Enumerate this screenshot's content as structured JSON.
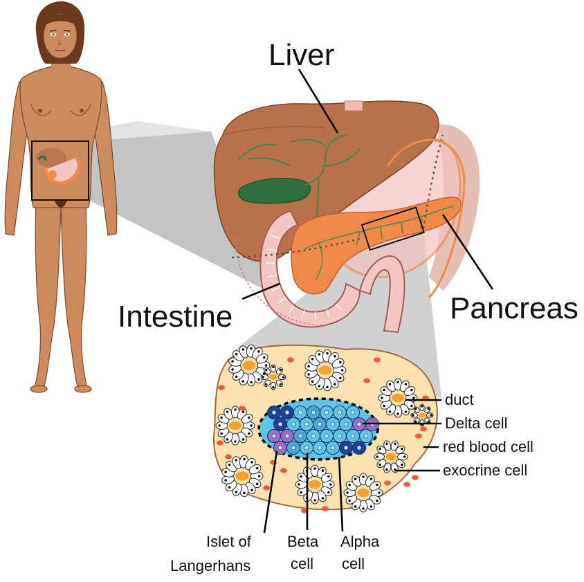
{
  "labels": {
    "liver": "Liver",
    "intestine": "Intestine",
    "pancreas": "Pancreas",
    "duct": "duct",
    "delta_cell": "Delta cell",
    "red_blood_cell": "red blood cell",
    "exocrine_cell": "exocrine cell",
    "islet_line1": "Islet of",
    "islet_line2": "Langerhans",
    "beta_line1": "Beta",
    "beta_line2": "cell",
    "alpha_line1": "Alpha",
    "alpha_line2": "cell"
  },
  "colors": {
    "skin": "#cc8a5e",
    "hair": "#6b3a1c",
    "liver": "#b8714a",
    "gallbladder": "#2f6e3e",
    "pancreas": "#f08a4b",
    "intestine_pink": "#f2c6c2",
    "magnifier": "#b5b5b5",
    "tissue": "#fbe2b0",
    "beta": "#5fc5e6",
    "alpha": "#1e3f9a",
    "delta": "#a06ac8",
    "rbc": "#ef5a3c"
  }
}
